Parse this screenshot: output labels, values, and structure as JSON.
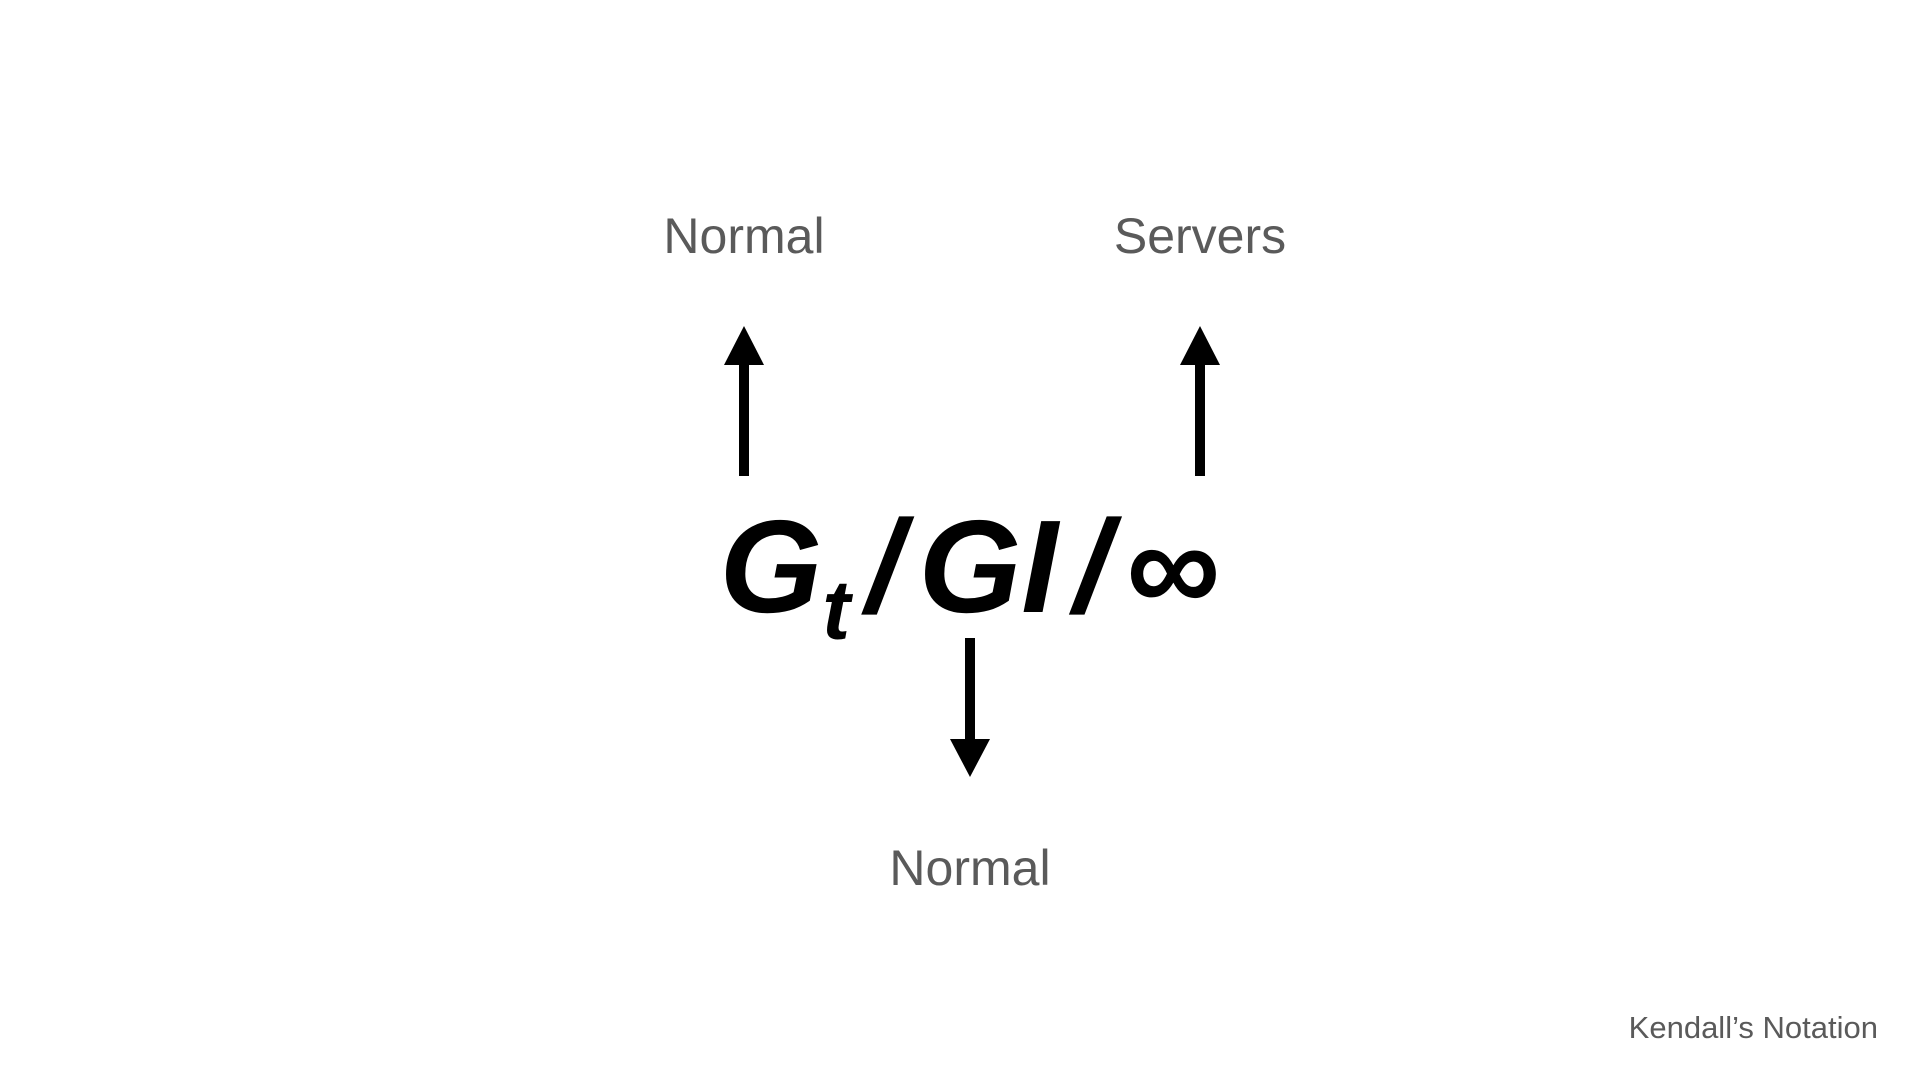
{
  "labels": {
    "arrival": "Normal",
    "servers": "Servers",
    "service": "Normal"
  },
  "notation": {
    "arrival_symbol": "G",
    "arrival_subscript": "t",
    "separator": "/",
    "service_symbol": "GI",
    "servers_symbol": "∞"
  },
  "caption": "Kendall’s Notation",
  "colors": {
    "background": "#ffffff",
    "label": "#5a5a5a",
    "notation": "#000000"
  }
}
